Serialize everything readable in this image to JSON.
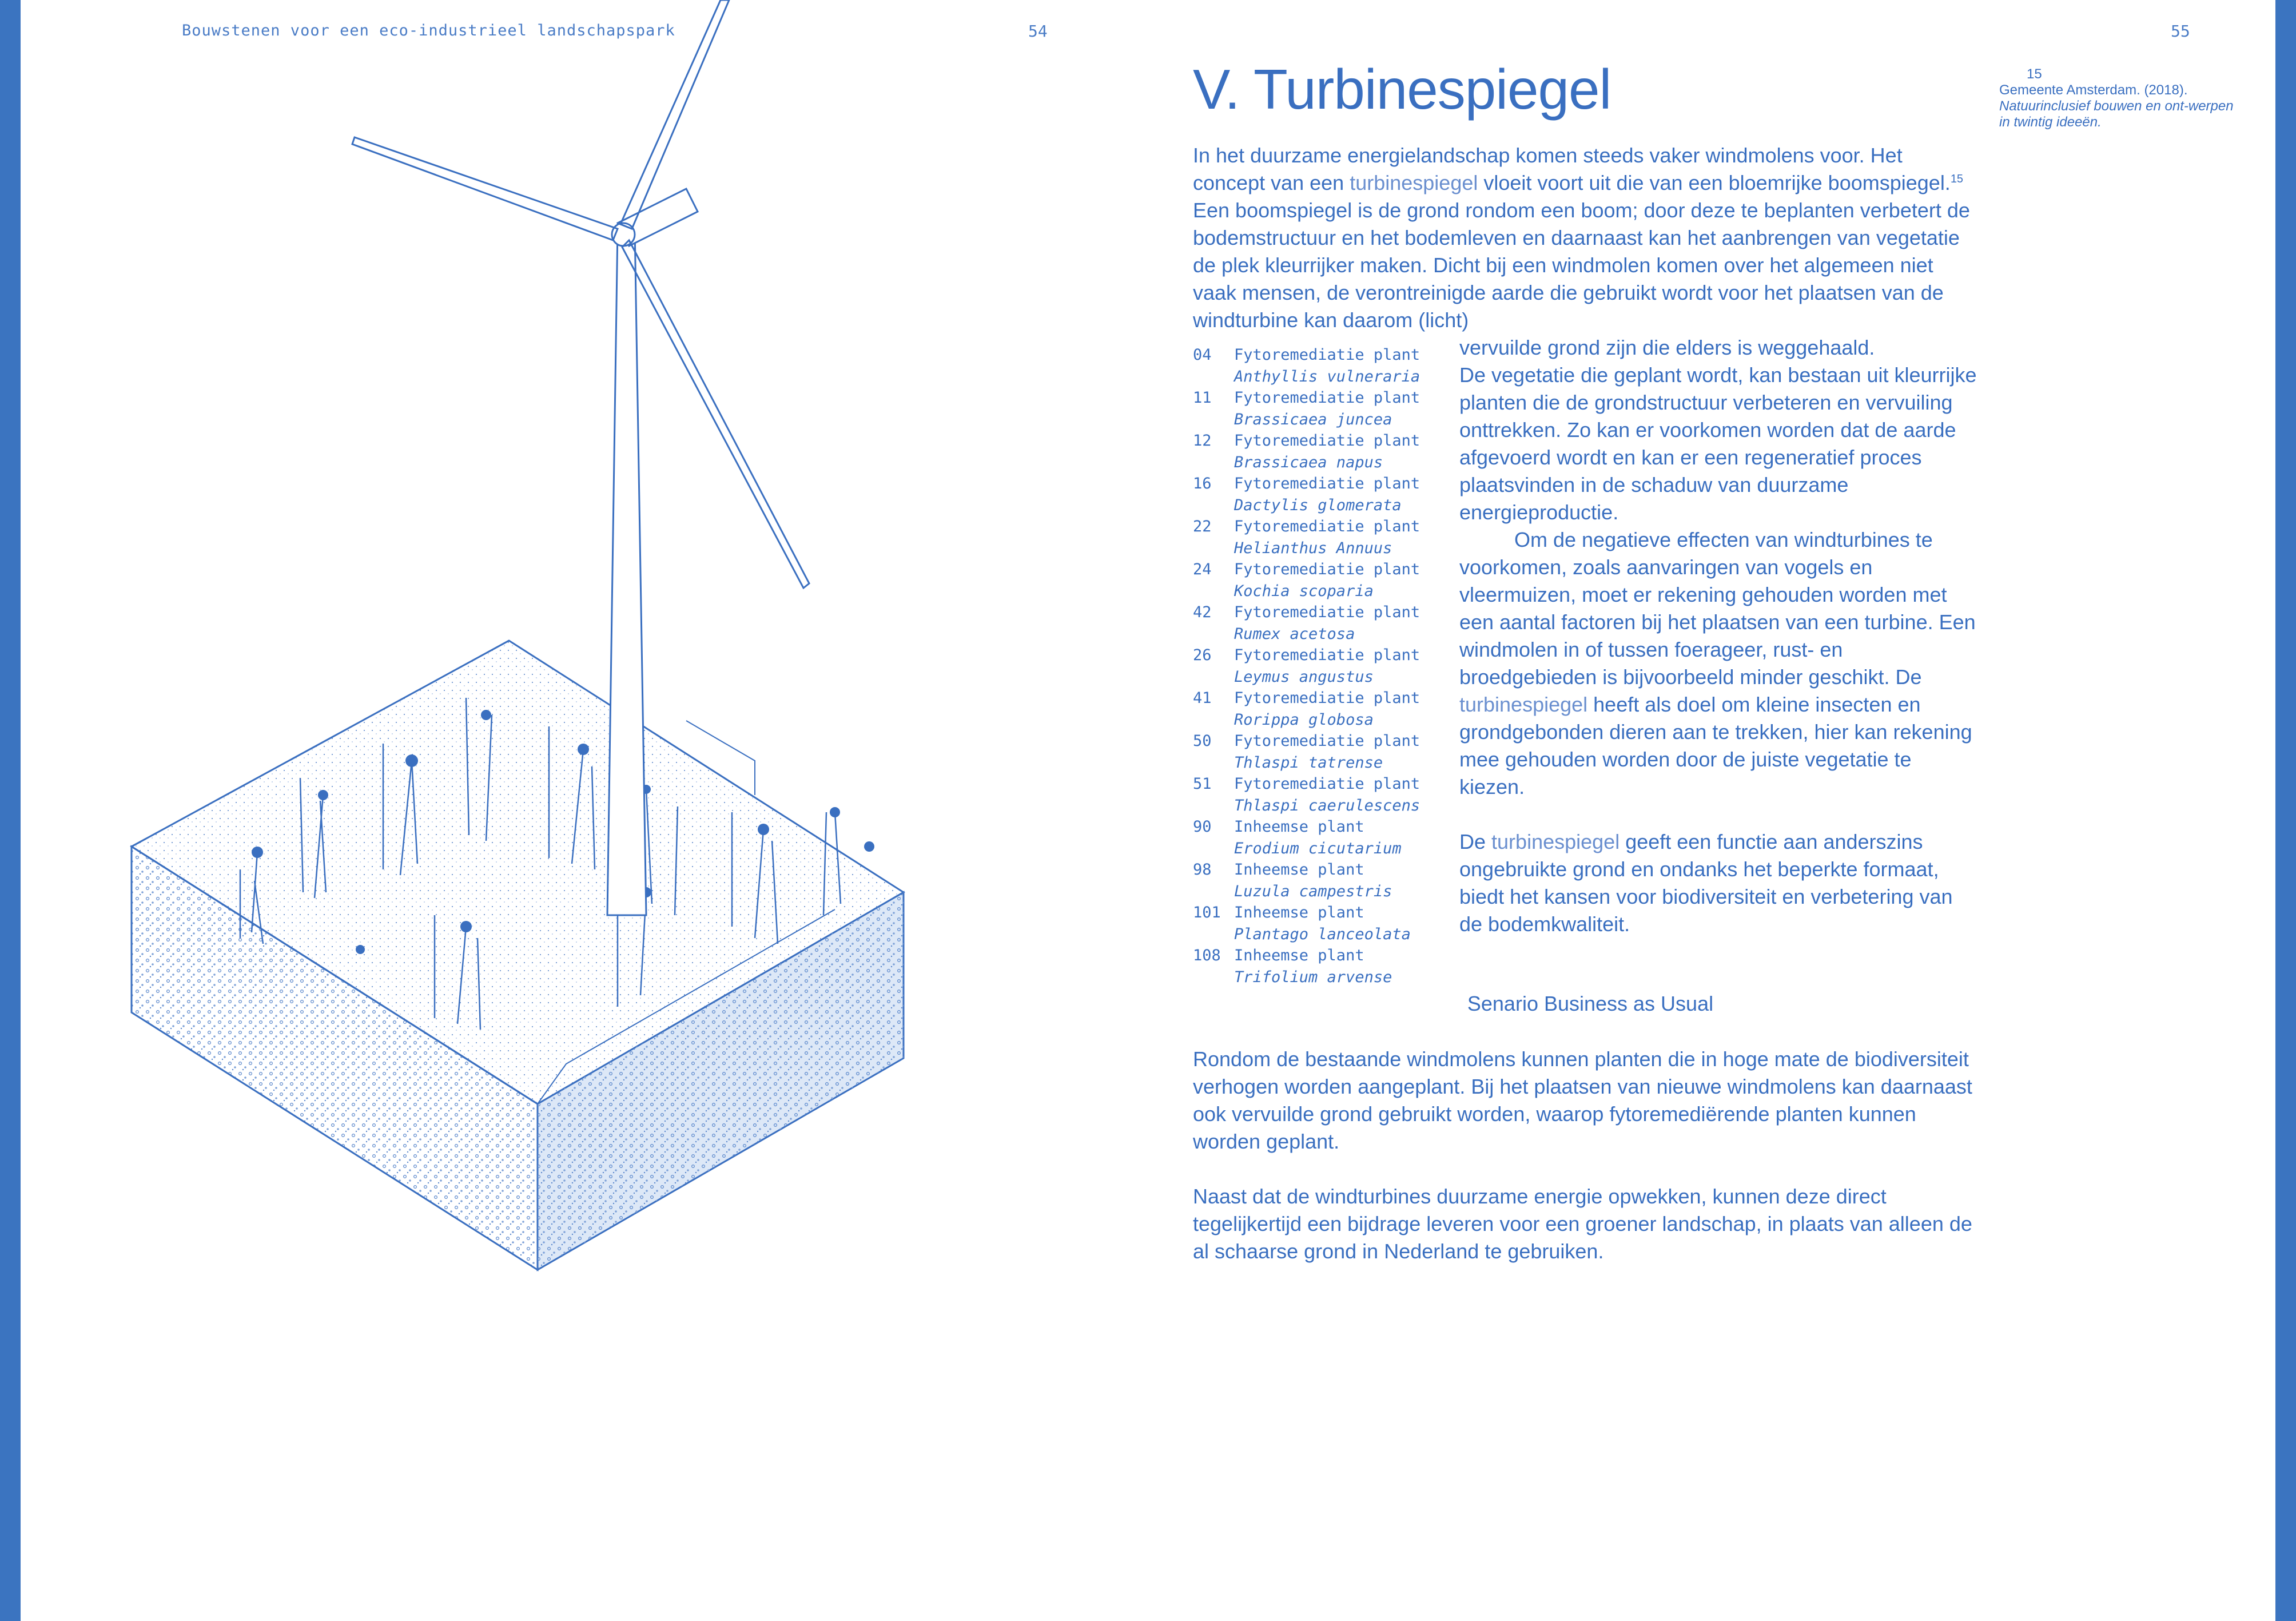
{
  "header": {
    "running_title": "Bouwstenen voor een eco-industrieel landschapspark",
    "left_page_number": "54",
    "right_page_number": "55"
  },
  "title": "V. Turbinespiegel",
  "footnote": {
    "number": "15",
    "source": "Gemeente Amsterdam. (2018).",
    "title_italic": "Natuurinclusief bouwen en ont-werpen in twintig ideeën."
  },
  "intro": {
    "part1": "In het duurzame energielandschap komen steeds vaker windmolens voor. Het concept van een ",
    "term": "turbinespiegel",
    "part2": " vloeit voort uit die van een bloemrijke boomspiegel.",
    "ref": "15",
    "part3": " Een boomspiegel is de grond rondom een boom; door deze te beplanten verbetert de bodemstructuur en het bodemleven en daarnaast kan het aanbrengen van vegetatie de plek kleurrijker maken. Dicht bij een windmolen komen over het algemeen niet vaak mensen, de verontreinigde aarde die gebruikt wordt voor het plaatsen van de windturbine kan daarom (licht)"
  },
  "column": {
    "p1a": "vervuilde grond zijn die elders is weggehaald.",
    "p1b": "De vegetatie die geplant wordt, kan bestaan uit kleurrijke planten die de grondstructuur verbeteren en vervuiling onttrekken. Zo kan er voorkomen worden dat de aarde afgevoerd wordt en kan er een regeneratief proces plaatsvinden in de schaduw van duurzame energieproductie.",
    "p2a": "Om de negatieve effecten van windturbines te voorkomen, zoals aanvaringen van vogels en vleermuizen, moet er rekening gehouden worden met een aantal factoren bij het plaatsen van een turbine. Een windmolen in of tussen foerageer, rust- en broedgebieden is bijvoorbeeld minder geschikt. De ",
    "p2term": "turbinespiegel",
    "p2b": " heeft als doel om kleine insecten en grondgebonden dieren aan te trekken, hier kan rekening mee gehouden worden door de juiste vegetatie te kiezen.",
    "p3a": "De ",
    "p3term": "turbinespiegel",
    "p3b": " geeft een functie aan anderszins ongebruikte grond en ondanks het beperkte formaat, biedt het kansen voor biodiversiteit en verbetering van de bodemkwaliteit."
  },
  "plants": [
    {
      "num": "04",
      "type": "Fytoremediatie plant",
      "name": "Anthyllis vulneraria"
    },
    {
      "num": "11",
      "type": "Fytoremediatie plant",
      "name": "Brassicaea juncea"
    },
    {
      "num": "12",
      "type": "Fytoremediatie plant",
      "name": "Brassicaea napus"
    },
    {
      "num": "16",
      "type": "Fytoremediatie plant",
      "name": "Dactylis glomerata"
    },
    {
      "num": "22",
      "type": "Fytoremediatie plant",
      "name": "Helianthus Annuus"
    },
    {
      "num": "24",
      "type": "Fytoremediatie plant",
      "name": "Kochia scoparia"
    },
    {
      "num": "42",
      "type": "Fytoremediatie plant",
      "name": "Rumex acetosa"
    },
    {
      "num": "26",
      "type": "Fytoremediatie plant",
      "name": "Leymus angustus"
    },
    {
      "num": "41",
      "type": "Fytoremediatie plant",
      "name": "Rorippa globosa"
    },
    {
      "num": "50",
      "type": "Fytoremediatie plant",
      "name": "Thlaspi tatrense"
    },
    {
      "num": "51",
      "type": "Fytoremediatie plant",
      "name": "Thlaspi caerulescens"
    },
    {
      "num": "90",
      "type": "Inheemse plant",
      "name": "Erodium cicutarium"
    },
    {
      "num": "98",
      "type": "Inheemse plant",
      "name": "Luzula campestris"
    },
    {
      "num": "101",
      "type": "Inheemse plant",
      "name": "Plantago lanceolata"
    },
    {
      "num": "108",
      "type": "Inheemse plant",
      "name": "Trifolium arvense"
    }
  ],
  "scenario": {
    "heading": "Senario Business as Usual",
    "p1": "Rondom de bestaande windmolens kunnen planten die in hoge mate de biodiversiteit verhogen worden aangeplant. Bij het plaatsen van nieuwe windmolens kan daarnaast ook vervuilde grond gebruikt worden, waarop fytoremediërende planten kunnen worden geplant.",
    "p2": "Naast dat de windturbines duurzame energie opwekken, kunnen deze direct tegelijkertijd een bijdrage leveren voor een groener landschap, in plaats van alleen de al schaarse grond in Nederland te gebruiken."
  },
  "colors": {
    "ink": "#3a6fc0",
    "edge": "#3b74c0",
    "term_highlight": "#6a8fcf",
    "soil_fill": "#dde8f7"
  }
}
